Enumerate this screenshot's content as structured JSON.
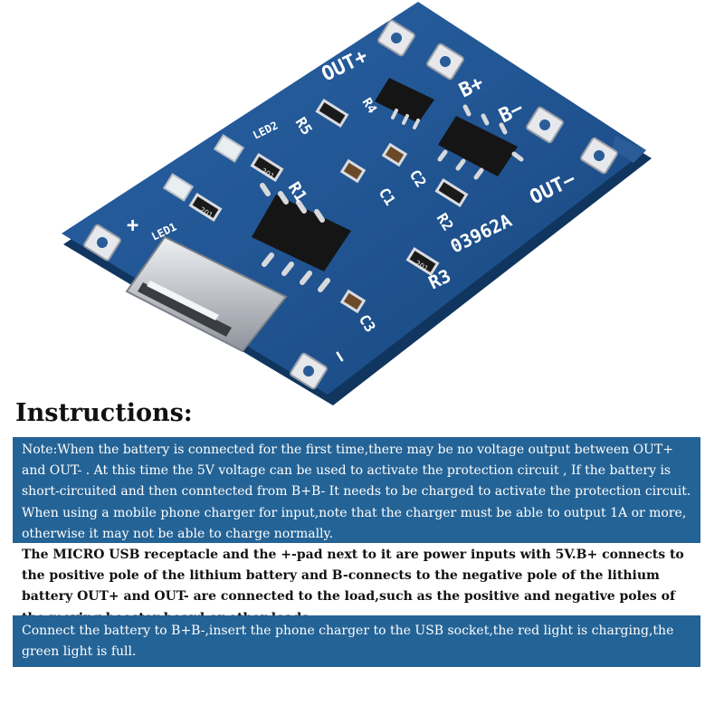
{
  "board": {
    "labels": {
      "out_plus": "OUT+",
      "out_minus": "OUT−",
      "b_plus": "B+",
      "b_minus": "B−",
      "r3": "R3",
      "r1": "R1",
      "r2": "R2",
      "r4": "R4",
      "r5": "R5",
      "c1": "C1",
      "c2": "C2",
      "c3": "C3",
      "led2": "LED2",
      "led1": "LED1",
      "model": "03962A",
      "plus": "+",
      "minus": "−",
      "resistor_code": "201"
    },
    "colors": {
      "pcb": "#1f4f8c",
      "pcb_dark": "#153d6e",
      "silkscreen": "#ffffff",
      "chip": "#111111",
      "metal": "#c9ccd1"
    }
  },
  "heading": "Instructions:",
  "note": "Note:When the battery is connected for the first time,there may be no voltage output between OUT+ and OUT- . At this time the 5V voltage can be used to activate the protection circuit , If the battery is short-circuited and then conntected from B+B- It needs to be charged to activate the protection circuit. When using a mobile phone charger for input,note that the charger must be able to output 1A or more, otherwise it may not be able to charge normally.",
  "info": "The MICRO USB receptacle and the +-pad next to it are power inputs with 5V.B+ connects to the positive pole of the lithium battery and B-connects to the negative pole of the lithium battery OUT+ and OUT- are connected to the load,such as the positive and negative poles of the moving booster board or other loads.",
  "connect": "Connect the battery to B+B-,insert the phone charger to the USB socket,the red light is charging,the green light is full."
}
